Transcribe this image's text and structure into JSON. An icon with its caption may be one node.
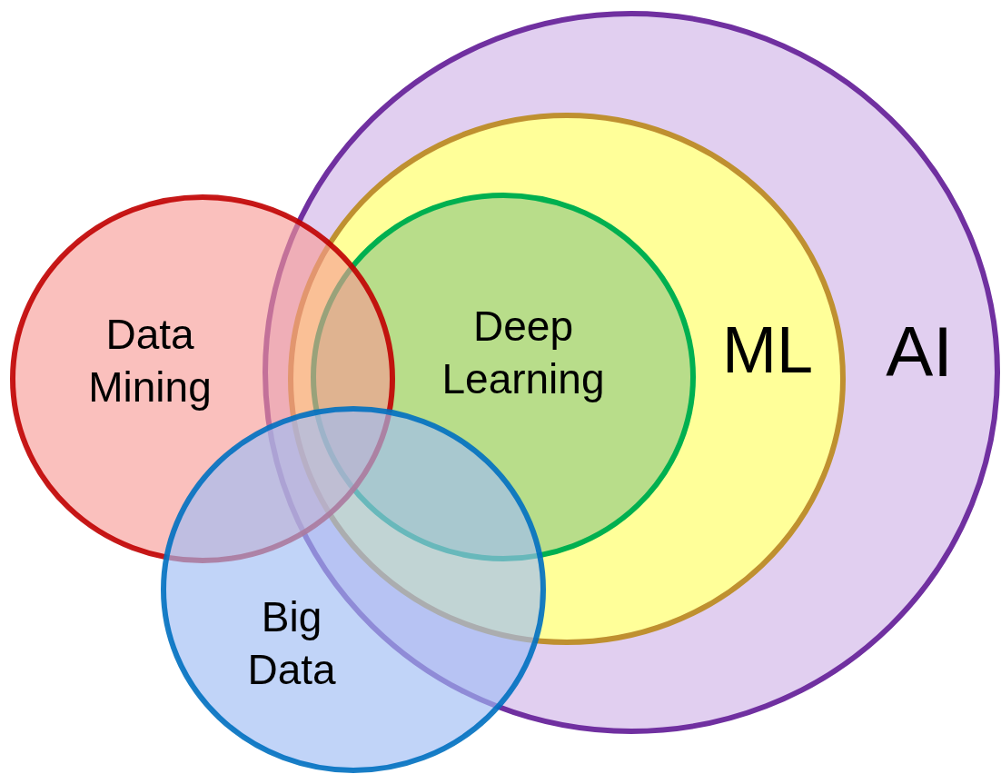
{
  "diagram": {
    "nodes": [
      {
        "text": [
          "AI"
        ]
      },
      {
        "text": [
          "ML"
        ],
        "in": 0
      },
      {
        "text": [
          "Deep Learning"
        ],
        "in": 1
      },
      {
        "text": [
          "Data Mining"
        ]
      },
      {
        "text": [
          "Big Data"
        ]
      }
    ]
  }
}
